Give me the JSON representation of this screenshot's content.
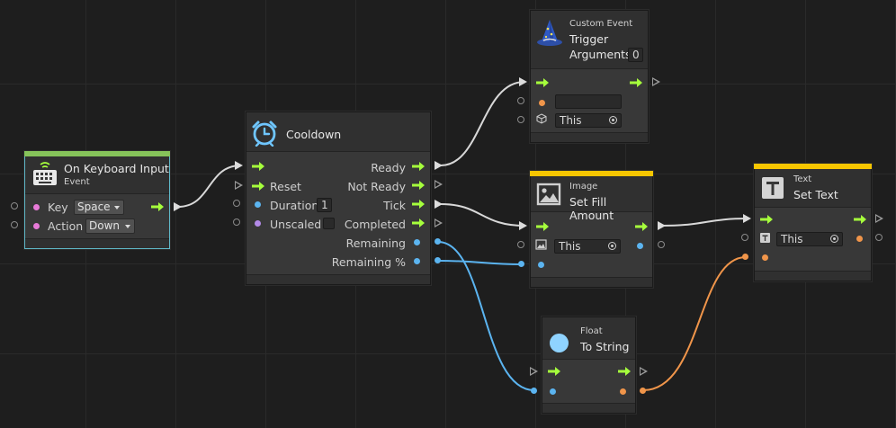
{
  "colors": {
    "control_arrow": "#a6ff3c",
    "value_blue": "#5bb4f0",
    "value_orange": "#f0954a",
    "value_pink": "#e87ad8",
    "value_purple": "#b38ae8",
    "event_bar": "#86c35a",
    "unit_bar": "#f7c600",
    "selection": "#5fb7c7"
  },
  "nodes": {
    "keyboard": {
      "kind": "On Keyboard Input",
      "sub": "Event",
      "icon": "keyboard-icon",
      "key_label": "Key",
      "key_value": "Space",
      "action_label": "Action",
      "action_value": "Down"
    },
    "cooldown": {
      "title": "Cooldown",
      "icon": "alarm-clock-icon",
      "in_reset": "Reset",
      "in_duration": "Duration",
      "duration_value": "1",
      "in_unscaled": "Unscaled",
      "out_ready": "Ready",
      "out_not_ready": "Not Ready",
      "out_tick": "Tick",
      "out_completed": "Completed",
      "out_remaining": "Remaining",
      "out_remaining_pct": "Remaining %"
    },
    "custom_event": {
      "sub": "Custom Event",
      "title": "Trigger",
      "args_label": "Arguments",
      "args_value": "0",
      "target_value": "This",
      "icon": "wizard-hat-icon"
    },
    "image": {
      "sub": "Image",
      "title": "Set Fill Amount",
      "target_value": "This",
      "icon": "image-icon"
    },
    "text": {
      "sub": "Text",
      "title": "Set Text",
      "target_value": "This",
      "icon": "text-t-icon"
    },
    "float": {
      "sub": "Float",
      "title": "To String",
      "icon": "circle-icon"
    }
  }
}
